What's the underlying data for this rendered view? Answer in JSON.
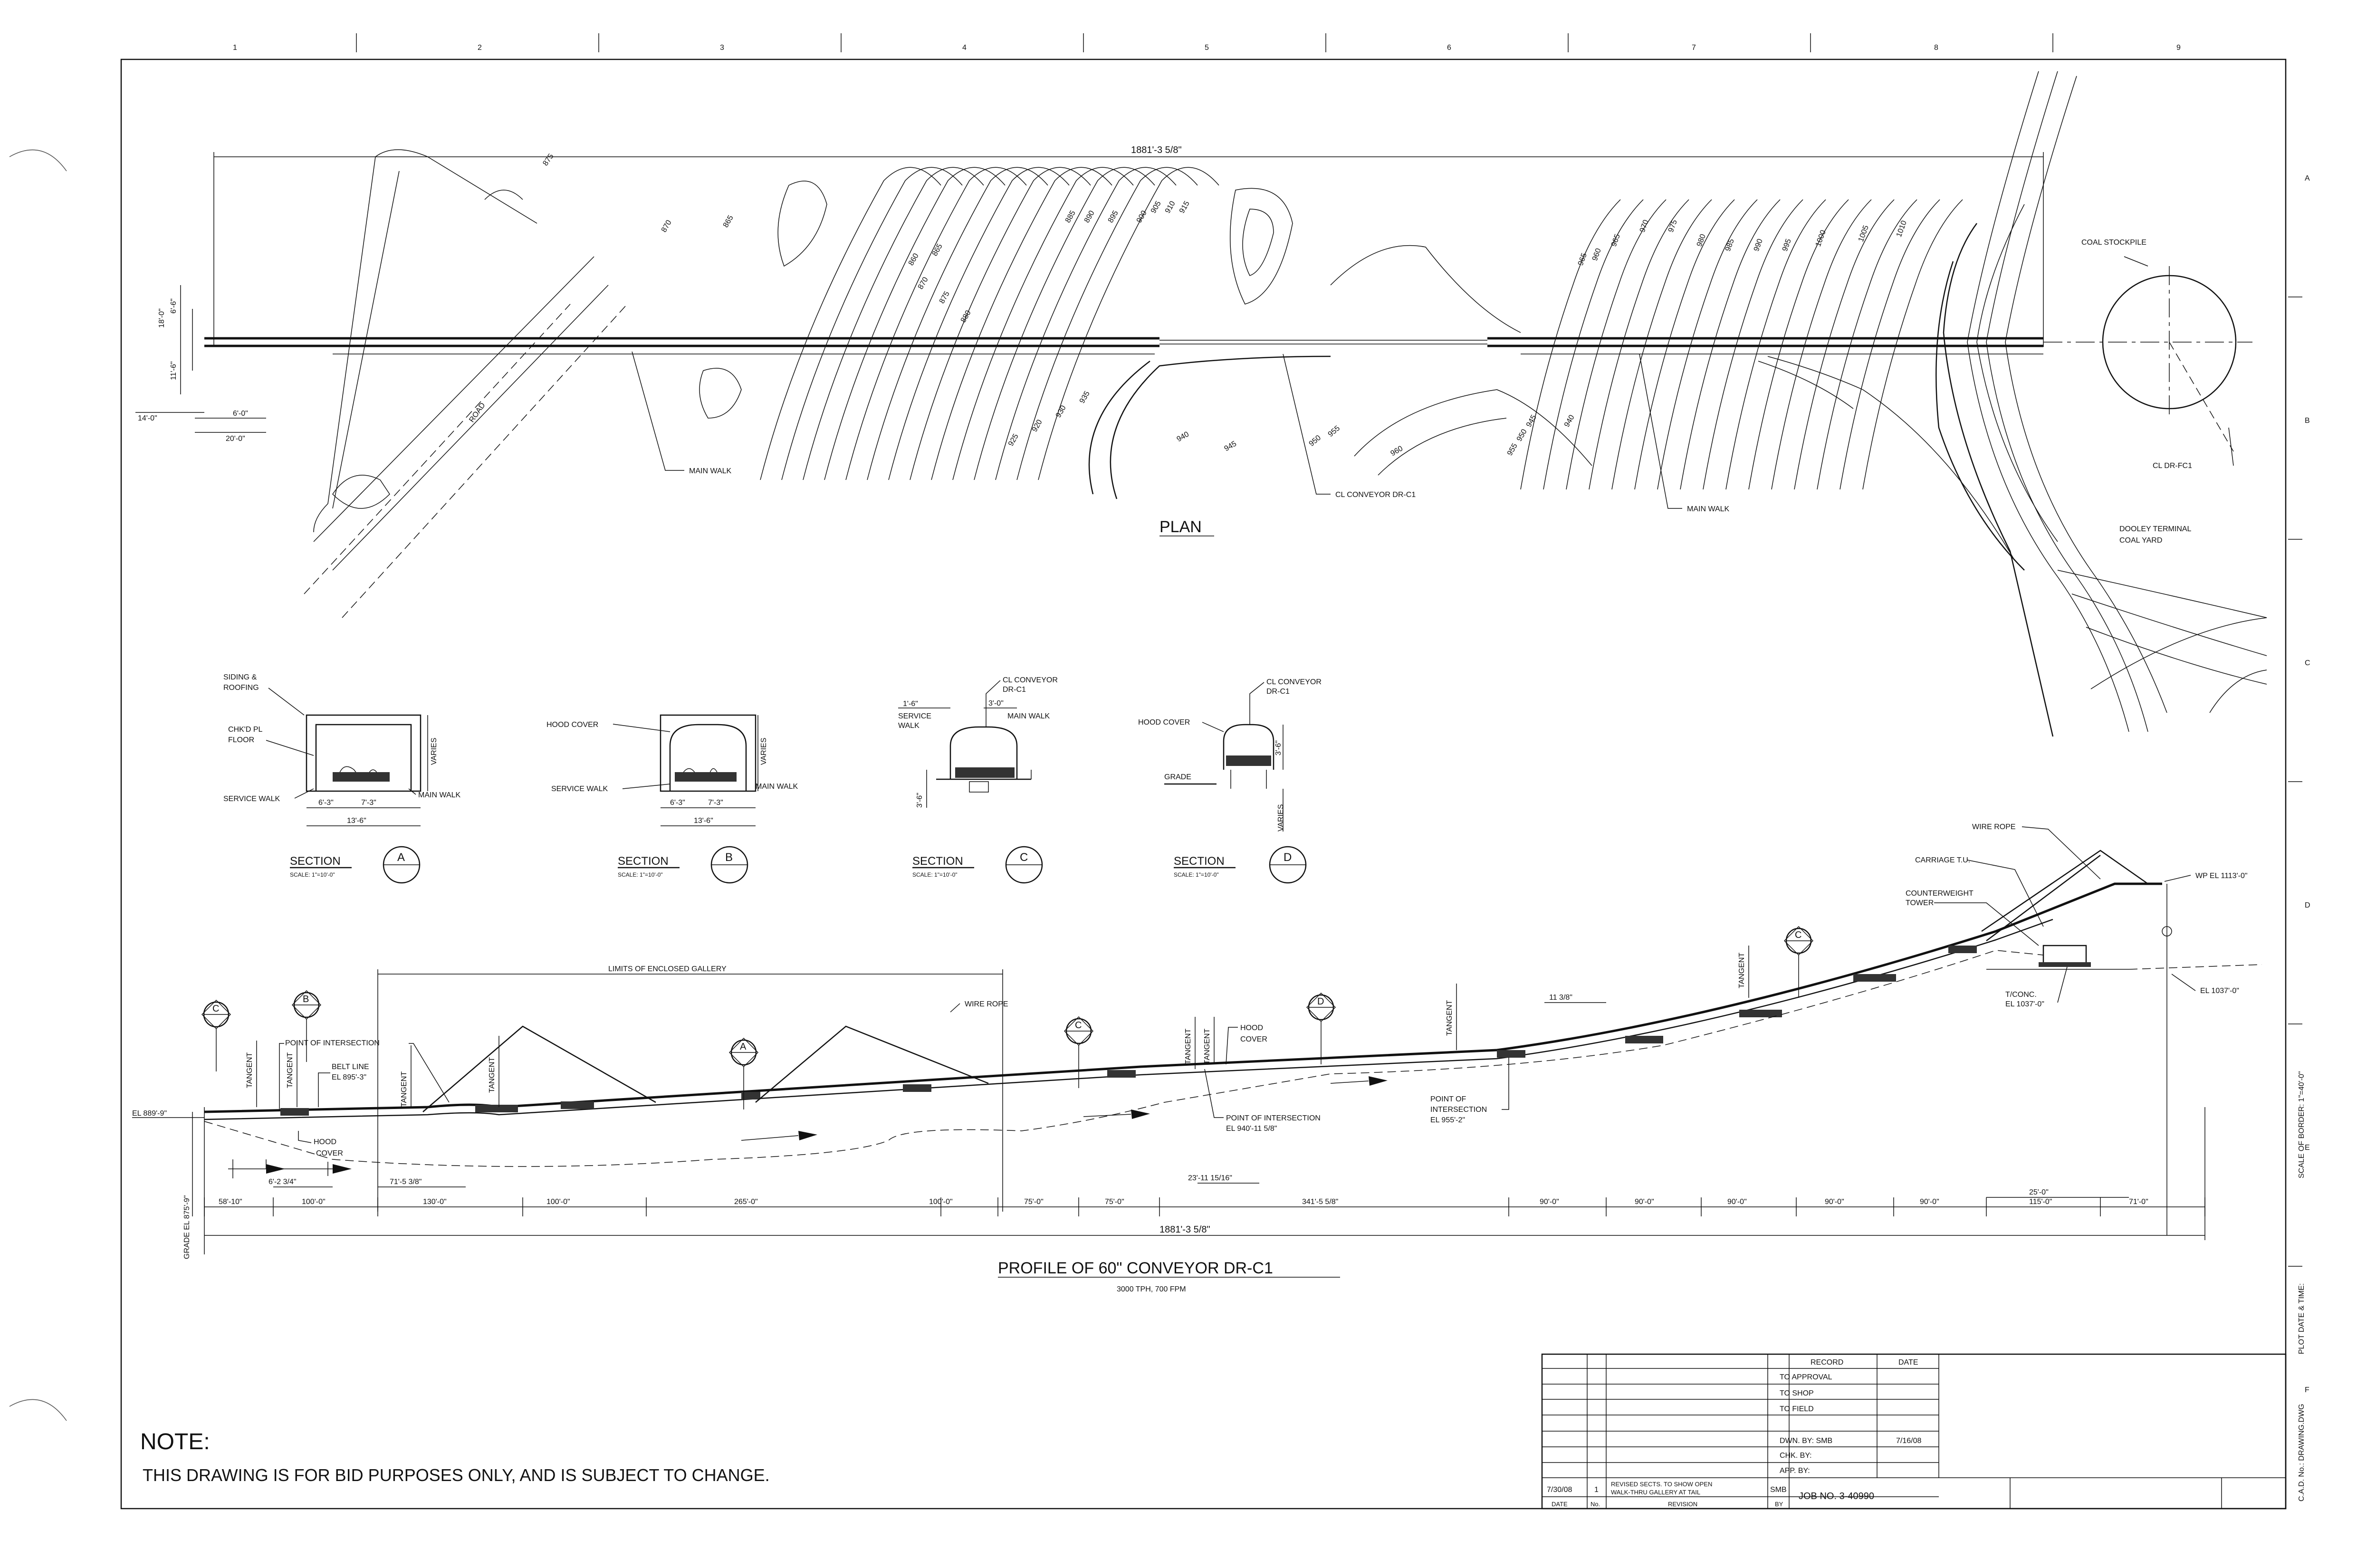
{
  "border": {
    "columns": [
      "1",
      "2",
      "3",
      "4",
      "5",
      "6",
      "7",
      "8",
      "9"
    ],
    "rows": [
      "A",
      "B",
      "C",
      "D",
      "E",
      "F"
    ],
    "side_label": "SCALE OF BORDER: 1\"=40'-0\"",
    "side_label2": "PLOT DATE & TIME:",
    "side_label3": "C.A.D. No.: DRAWING.DWG"
  },
  "plan": {
    "title": "PLAN",
    "overall_dim": "1881'-3 5/8\"",
    "left_dims": [
      "18'-0\"",
      "6'-6\"",
      "11'-6\"",
      "14'-0\"",
      "6'-0\"",
      "20'-0\""
    ],
    "road": "ROAD",
    "main_walk_1": "MAIN WALK",
    "main_walk_2": "MAIN WALK",
    "cl_conveyor": "CL CONVEYOR DR-C1",
    "coal_stockpile": "COAL STOCKPILE",
    "cl_dr_fc1": "CL DR-FC1",
    "yard_line1": "DOOLEY TERMINAL",
    "yard_line2": "COAL YARD",
    "contours": [
      "875",
      "870",
      "865",
      "860",
      "865",
      "870",
      "875",
      "880",
      "885",
      "890",
      "895",
      "900",
      "905",
      "910",
      "915",
      "920",
      "925",
      "930",
      "935",
      "940",
      "945",
      "950",
      "955",
      "960",
      "965",
      "960",
      "955",
      "950",
      "945",
      "940",
      "965",
      "970",
      "975",
      "980",
      "985",
      "990",
      "995",
      "1000",
      "1005",
      "1010"
    ]
  },
  "sections": {
    "a": {
      "title": "SECTION",
      "letter": "A",
      "scale": "SCALE: 1\"=10'-0\"",
      "siding1": "SIDING &",
      "siding2": "ROOFING",
      "chkd1": "CHK'D PL",
      "chkd2": "FLOOR",
      "service_walk": "SERVICE WALK",
      "main_walk": "MAIN WALK",
      "varies": "VARIES",
      "d1": "6'-3\"",
      "d2": "7'-3\"",
      "total": "13'-6\""
    },
    "b": {
      "title": "SECTION",
      "letter": "B",
      "scale": "SCALE: 1\"=10'-0\"",
      "hood_cover": "HOOD COVER",
      "service_walk": "SERVICE WALK",
      "main_walk": "MAIN WALK",
      "varies": "VARIES",
      "d1": "6'-3\"",
      "d2": "7'-3\"",
      "total": "13'-6\""
    },
    "c": {
      "title": "SECTION",
      "letter": "C",
      "scale": "SCALE: 1\"=10'-0\"",
      "cl1": "CL CONVEYOR",
      "cl2": "DR-C1",
      "d_top": "3'-0\"",
      "d_left": "1'-6\"",
      "service1": "SERVICE",
      "service2": "WALK",
      "main_walk": "MAIN WALK",
      "d_vert": "3'-6\""
    },
    "d": {
      "title": "SECTION",
      "letter": "D",
      "scale": "SCALE: 1\"=10'-0\"",
      "cl1": "CL CONVEYOR",
      "cl2": "DR-C1",
      "hood_cover": "HOOD COVER",
      "grade": "GRADE",
      "d_vert": "3'-6\"",
      "varies": "VARIES"
    }
  },
  "profile": {
    "title": "PROFILE OF 60\" CONVEYOR DR-C1",
    "subtitle": "3000 TPH, 700 FPM",
    "limits": "LIMITS OF ENCLOSED GALLERY",
    "wire_rope_1": "WIRE ROPE",
    "wire_rope_2": "WIRE ROPE",
    "carriage": "CARRIAGE T.U.",
    "cw1": "COUNTERWEIGHT",
    "cw2": "TOWER",
    "wp_el": "WP EL 1113'-0\"",
    "el_1037": "EL 1037'-0\"",
    "tconc1": "T/CONC.",
    "tconc2": "EL 1037'-0\"",
    "el_left": "EL 889'-9\"",
    "grade_el": "GRADE EL 875'-9\"",
    "poi_1": "POINT OF INTERSECTION",
    "belt1": "BELT LINE",
    "belt2": "EL 895'-3\"",
    "hood1": "HOOD",
    "hood2": "COVER",
    "hood3": "HOOD",
    "hood4": "COVER",
    "poi_2a": "POINT OF INTERSECTION",
    "poi_2b": "EL 940'-11 5/8\"",
    "poi_3a": "POINT OF",
    "poi_3b": "INTERSECTION",
    "poi_3c": "EL 955'-2\"",
    "tangent": "TANGENT",
    "d_1138": "11 3/8\"",
    "d_6234": "6'-2 3/4\"",
    "d_7153": "71'-5 3/8\"",
    "d_231115": "23'-11 15/16\"",
    "d_25": "25'-0\"",
    "spans": [
      "58'-10\"",
      "100'-0\"",
      "130'-0\"",
      "100'-0\"",
      "265'-0\"",
      "100'-0\"",
      "75'-0\"",
      "75'-0\"",
      "341'-5 5/8\"",
      "90'-0\"",
      "90'-0\"",
      "90'-0\"",
      "90'-0\"",
      "90'-0\"",
      "115'-0\"",
      "71'-0\""
    ],
    "overall": "1881'-3 5/8\"",
    "markers": [
      "C",
      "B",
      "A",
      "C",
      "D",
      "C"
    ]
  },
  "note": {
    "heading": "NOTE:",
    "text": "THIS DRAWING IS FOR BID PURPOSES ONLY, AND IS SUBJECT TO CHANGE."
  },
  "title_block": {
    "record": "RECORD",
    "date": "DATE",
    "to_approval": "TO APPROVAL",
    "to_shop": "TO SHOP",
    "to_field": "TO FIELD",
    "dwn_by": "DWN. BY: SMB",
    "dwn_date": "7/16/08",
    "chk_by": "CHK. BY:",
    "app_by": "APP. BY:",
    "rev_date": "7/30/08",
    "rev_no": "1",
    "rev_text1": "REVISED SECTS. TO SHOW OPEN",
    "rev_text2": "WALK-THRU GALLERY AT TAIL",
    "rev_by": "SMB",
    "h_date": "DATE",
    "h_no": "No.",
    "h_revision": "REVISION",
    "h_by": "BY",
    "job": "JOB NO. 3-40990"
  }
}
